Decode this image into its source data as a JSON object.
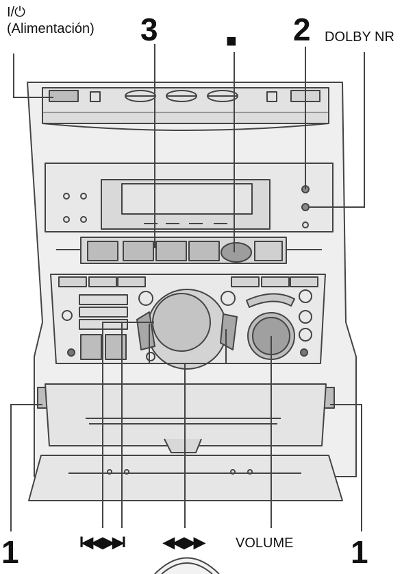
{
  "labels": {
    "power_symbol": "I/⏻",
    "power_name": "(Alimentación)",
    "num3": "3",
    "stop_symbol": "■",
    "num2": "2",
    "dolby": "DOLBY NR",
    "num1_left": "1",
    "num1_right": "1",
    "skip": "I◀◀ ▶▶I",
    "search": "◀◀ ▶▶",
    "volume": "VOLUME"
  },
  "colors": {
    "line": "#444444",
    "body_light": "#e6e6e6",
    "body_mid": "#cfcfcf",
    "body_dark": "#9a9a9a",
    "display": "#d9d9d9"
  }
}
